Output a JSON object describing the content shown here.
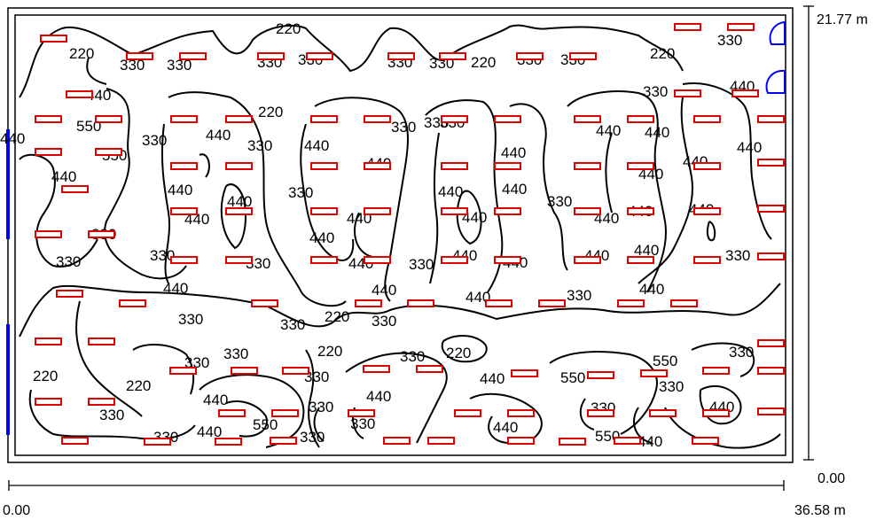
{
  "dimensions": {
    "height_label": "21.77 m",
    "origin_y_label": "0.00",
    "origin_x_label": "0.00",
    "width_label": "36.58 m"
  },
  "colors": {
    "luminaire": "#e00000",
    "opening": "#0000ff",
    "contour": "#000000"
  },
  "contour_labels": [
    "220",
    "330",
    "330",
    "330",
    "330",
    "330",
    "330",
    "220",
    "330",
    "330",
    "220",
    "330",
    "220",
    "440",
    "440",
    "550",
    "550",
    "330",
    "440",
    "440",
    "330",
    "220",
    "440",
    "330",
    "330",
    "440",
    "330",
    "440",
    "440",
    "440",
    "440",
    "440",
    "440",
    "440",
    "440",
    "440",
    "330",
    "440",
    "330",
    "440",
    "330",
    "440",
    "440",
    "440",
    "440",
    "440",
    "330",
    "330",
    "330",
    "330",
    "440",
    "440",
    "440",
    "330",
    "330",
    "440",
    "440",
    "440",
    "440",
    "330",
    "330",
    "440",
    "440",
    "440",
    "440",
    "330",
    "330",
    "220",
    "220",
    "330",
    "220",
    "220",
    "330",
    "330",
    "220",
    "330",
    "440",
    "330",
    "330",
    "440",
    "550",
    "330",
    "440",
    "330",
    "330",
    "440",
    "440",
    "550",
    "330",
    "550",
    "440",
    "550",
    "330",
    "440",
    "330"
  ]
}
